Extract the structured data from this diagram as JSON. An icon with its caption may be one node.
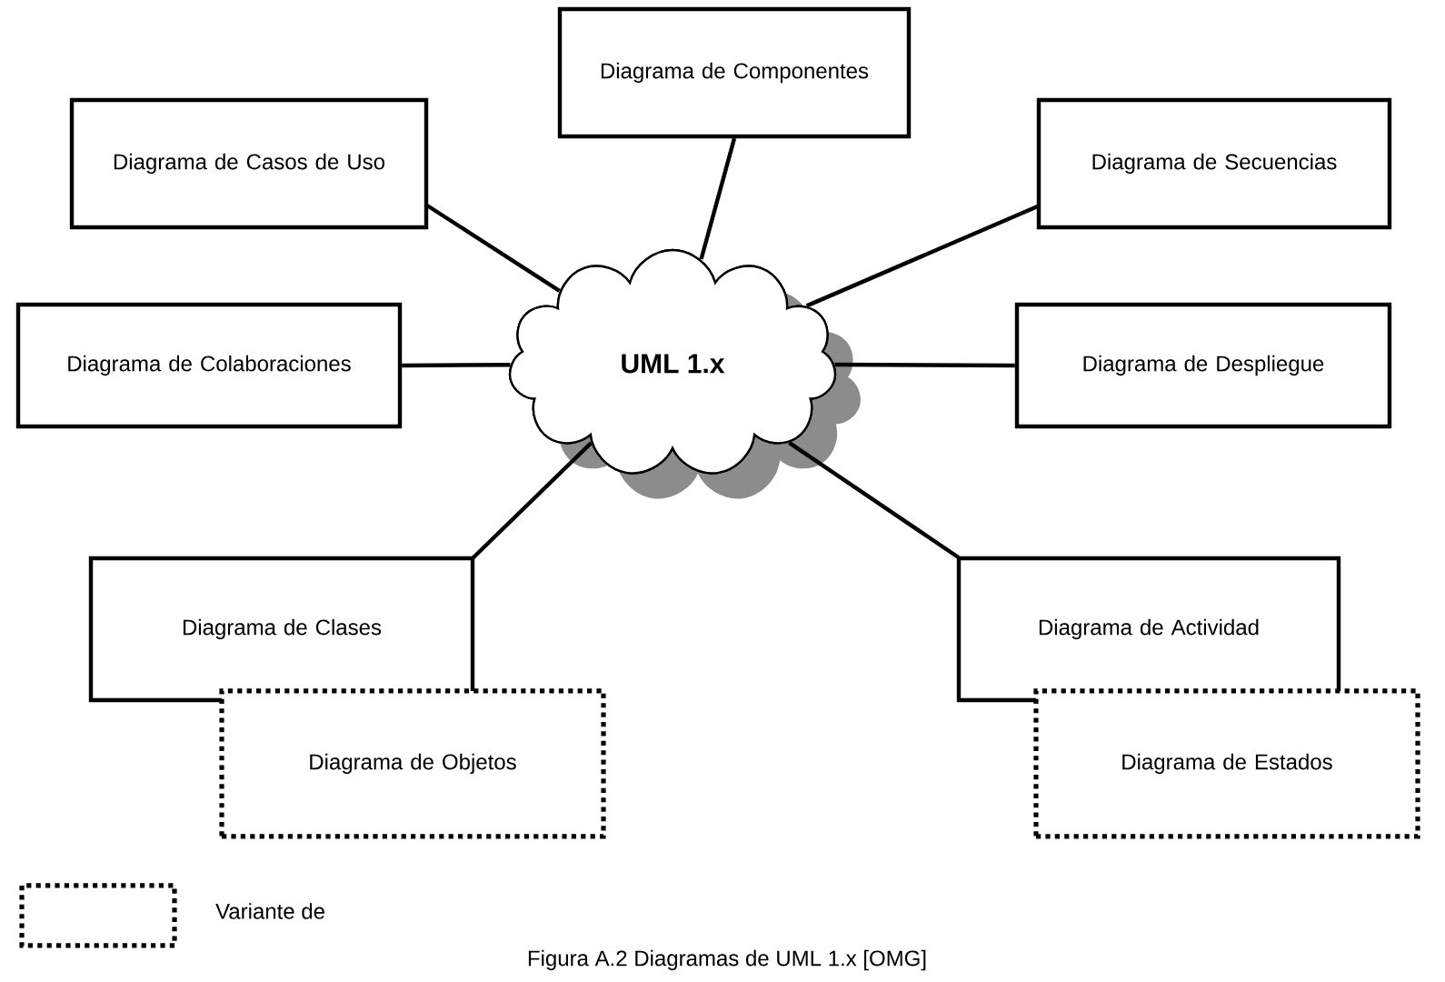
{
  "diagram": {
    "caption": "Figura A.2 Diagramas de UML 1.x [OMG]",
    "nodes": [
      {
        "text": [
          "UML 1.x"
        ]
      },
      {
        "text": [
          "Diagrama de Componentes"
        ]
      },
      {
        "text": [
          "Diagrama de Casos de Uso"
        ]
      },
      {
        "text": [
          "Diagrama de Secuencias"
        ]
      },
      {
        "text": [
          "Diagrama de Colaboraciones"
        ]
      },
      {
        "text": [
          "Diagrama de Despliegue"
        ]
      },
      {
        "text": [
          "Diagrama de Clases"
        ]
      },
      {
        "text": [
          "Diagrama de Actividad"
        ]
      },
      {
        "text": [
          "Diagrama de Objetos"
        ]
      },
      {
        "text": [
          "Diagrama de Estados"
        ]
      }
    ],
    "edges": [
      {
        "from": 0,
        "to": 1,
        "arrow": "none"
      },
      {
        "from": 0,
        "to": 2,
        "arrow": "none"
      },
      {
        "from": 0,
        "to": 3,
        "arrow": "none"
      },
      {
        "from": 0,
        "to": 4,
        "arrow": "none"
      },
      {
        "from": 0,
        "to": 5,
        "arrow": "none"
      },
      {
        "from": 0,
        "to": 6,
        "arrow": "none"
      },
      {
        "from": 0,
        "to": 7,
        "arrow": "none"
      }
    ],
    "legend": [
      {
        "text": "Variante de"
      }
    ]
  }
}
